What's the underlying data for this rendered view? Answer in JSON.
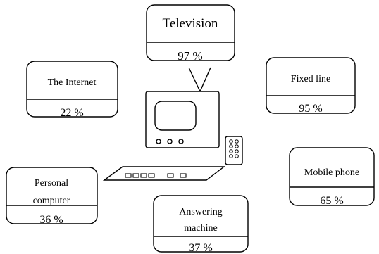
{
  "cards": {
    "television": {
      "label": "Television",
      "value": "97 %"
    },
    "internet": {
      "label": "The Internet",
      "value": "22 %"
    },
    "fixed_line": {
      "label": "Fixed line",
      "value": "95 %"
    },
    "mobile_phone": {
      "label": "Mobile phone",
      "value": "65 %"
    },
    "personal_computer": {
      "label_line1": "Personal",
      "label_line2": "computer",
      "value": "36 %"
    },
    "answering_machine": {
      "label_line1": "Answering",
      "label_line2": "machine",
      "value": "37 %"
    }
  }
}
